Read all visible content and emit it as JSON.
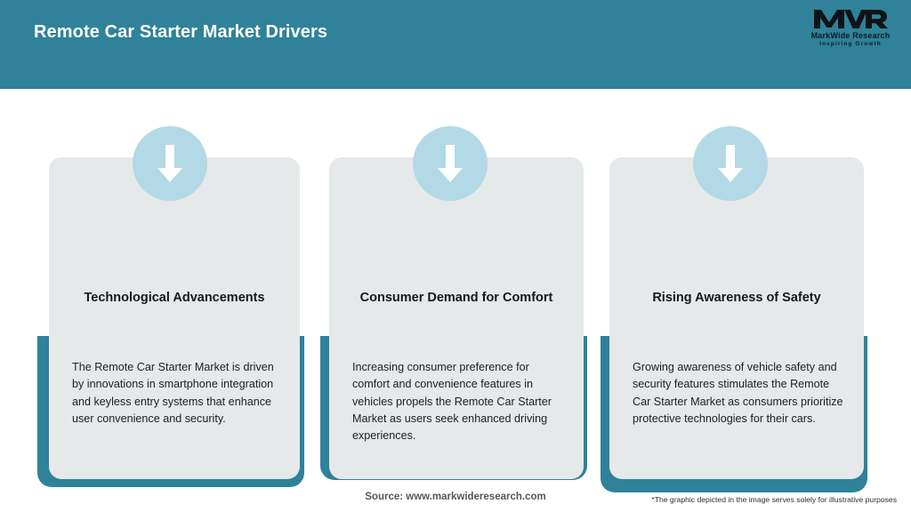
{
  "header": {
    "title": "Remote Car Starter Market Drivers",
    "bg_color": "#2f8299",
    "title_color": "#ffffff"
  },
  "logo": {
    "mark": "MWR",
    "name": "MarkWide Research",
    "tagline": "Inspiring Growth"
  },
  "cards": [
    {
      "icon": "arrow-down-icon",
      "title": "Technological Advancements",
      "body": "The Remote Car Starter Market is driven by innovations in smartphone integration and keyless entry systems that enhance user convenience and security."
    },
    {
      "icon": "arrow-down-icon",
      "title": "Consumer Demand for Comfort",
      "body": "Increasing consumer preference for comfort and convenience features in vehicles propels the Remote Car Starter Market as users seek enhanced driving experiences."
    },
    {
      "icon": "arrow-down-icon",
      "title": "Rising Awareness of Safety",
      "body": "Growing awareness of vehicle safety and security features stimulates the Remote Car Starter Market as consumers prioritize protective technologies for their cars."
    }
  ],
  "footer": {
    "source": "Source: www.markwideresearch.com",
    "disclaimer": "*The graphic depicted in the image serves solely for illustrative purposes"
  },
  "colors": {
    "accent_teal": "#2f8299",
    "card_bg": "#e5e9ea",
    "icon_circle": "#b3d9e6",
    "arrow": "#ffffff"
  }
}
